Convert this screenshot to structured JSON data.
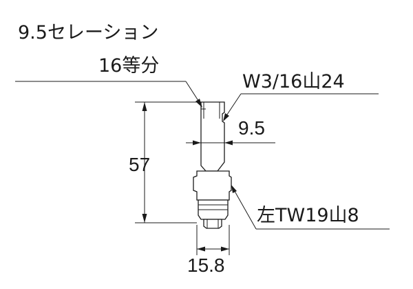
{
  "labels": {
    "serration": "9.5セレーション",
    "divisions": "16等分",
    "top_thread": "W3/16山24",
    "tip_dim": "9.5",
    "height_dim": "57",
    "bottom_thread": "左TW19山8",
    "width_dim": "15.8"
  }
}
